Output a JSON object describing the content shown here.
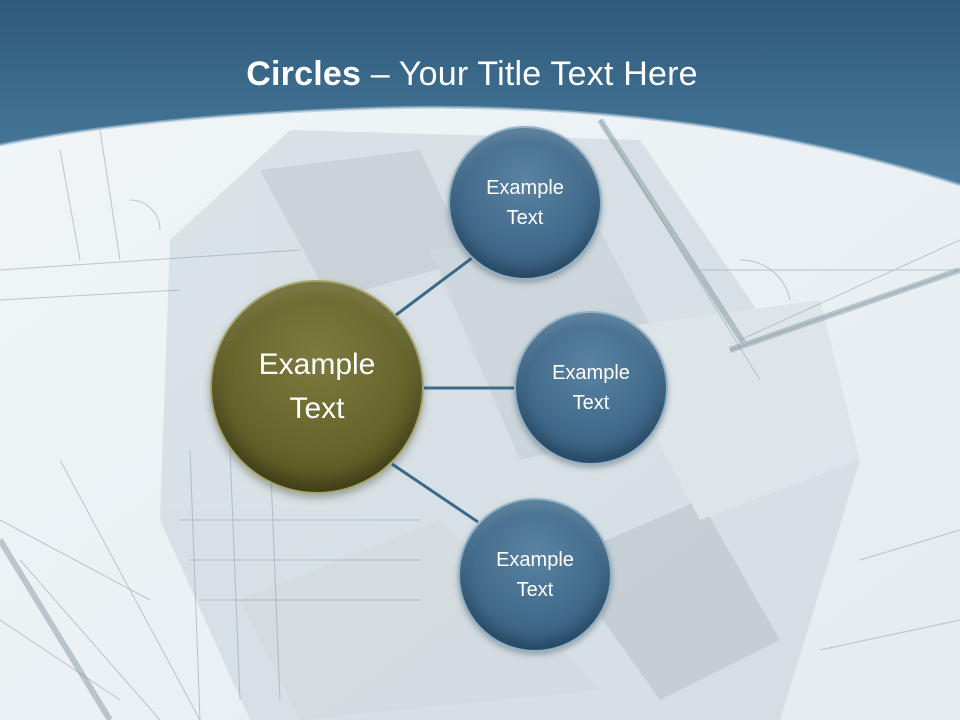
{
  "slide": {
    "title_strong": "Circles",
    "title_rest": " – Your Title Text Here"
  },
  "diagram": {
    "center": {
      "line1": "Example",
      "line2": "Text"
    },
    "nodes": [
      {
        "line1": "Example",
        "line2": "Text"
      },
      {
        "line1": "Example",
        "line2": "Text"
      },
      {
        "line1": "Example",
        "line2": "Text"
      }
    ]
  },
  "colors": {
    "header_blue": "#3e6f93",
    "node_blue": "#416a8b",
    "center_olive": "#67652b",
    "connector": "#3b6a8c"
  }
}
